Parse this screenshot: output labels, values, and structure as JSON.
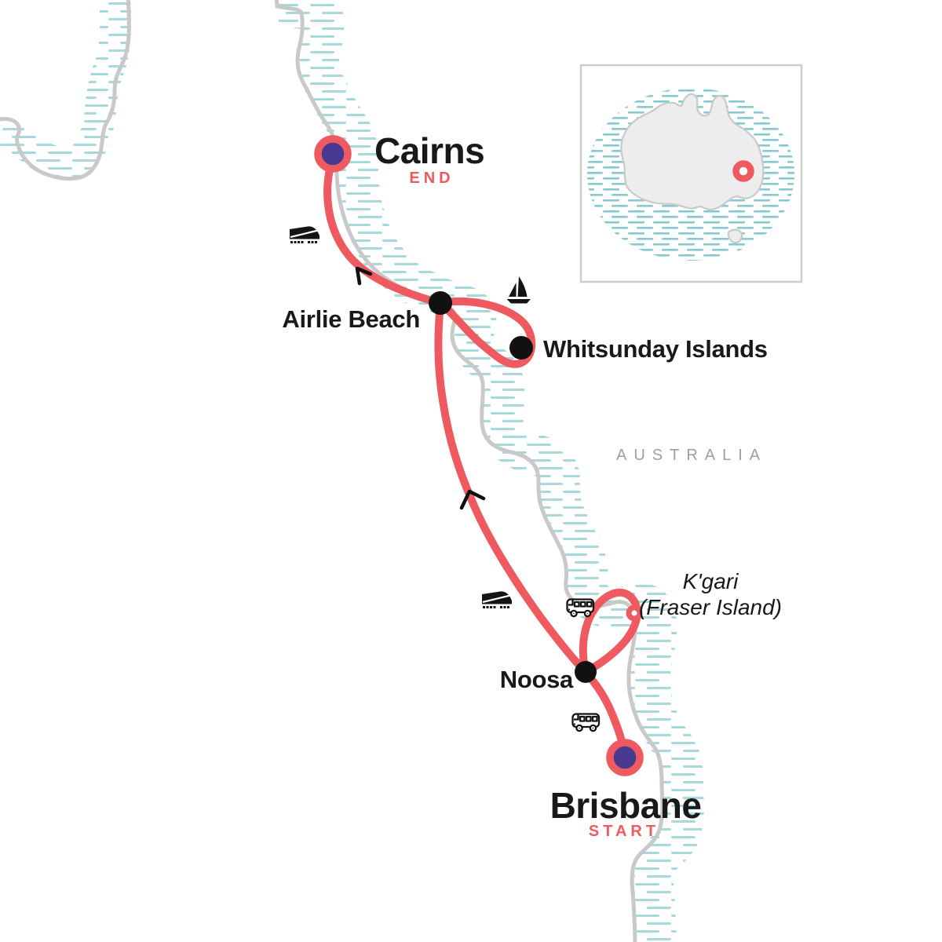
{
  "region_label": "AUSTRALIA",
  "stops": {
    "cairns": {
      "name": "Cairns",
      "tag": "END"
    },
    "airlie": {
      "name": "Airlie Beach"
    },
    "whitsunday": {
      "name": "Whitsunday Islands"
    },
    "kgari": {
      "line1": "K'gari",
      "line2": "(Fraser Island)"
    },
    "noosa": {
      "name": "Noosa"
    },
    "brisbane": {
      "name": "Brisbane",
      "tag": "START"
    }
  },
  "transport_icons": [
    "train-icon",
    "sailboat-icon",
    "train-icon",
    "bus-icon",
    "bus-icon"
  ],
  "inset": {
    "marker_icon": "location-dot-icon"
  },
  "colors": {
    "route": "#ee5a5f",
    "purple": "#46398f",
    "hatch": "#a8d8dc",
    "hatch_inset": "#85c9d3",
    "coast": "#c9c9c9",
    "land_inset": "#ededed",
    "inset_border": "#cdcdcd",
    "text": "#191919",
    "muted": "#9aa0a6",
    "dot": "#111111",
    "icon": "#141414"
  }
}
